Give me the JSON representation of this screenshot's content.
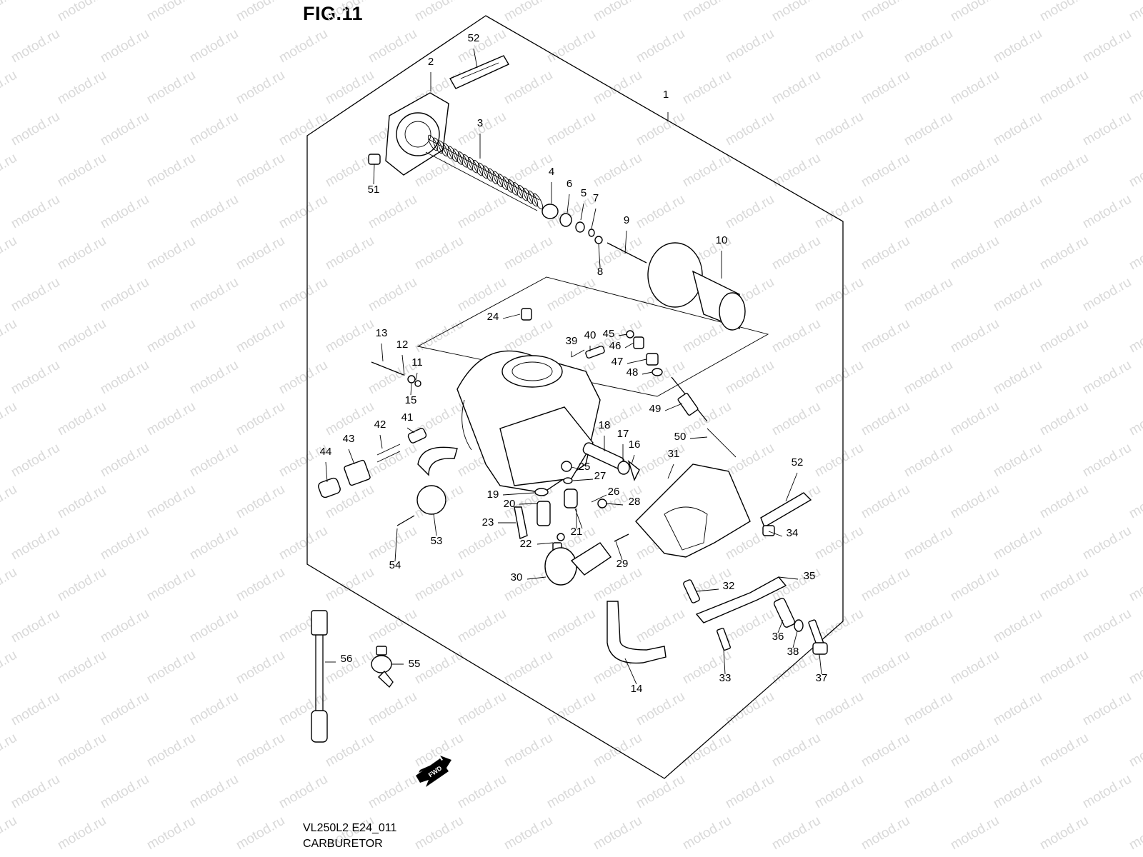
{
  "figure": {
    "title": "FIG.11",
    "diagram_code": "VL250L2 E24_011",
    "name": "CARBURETOR",
    "watermark": "motod.ru",
    "direction_label": "FWD"
  },
  "callouts": [
    "1",
    "2",
    "3",
    "4",
    "5",
    "6",
    "7",
    "8",
    "9",
    "10",
    "11",
    "12",
    "13",
    "14",
    "15",
    "16",
    "17",
    "18",
    "19",
    "20",
    "21",
    "22",
    "23",
    "24",
    "25",
    "26",
    "27",
    "28",
    "29",
    "30",
    "31",
    "32",
    "33",
    "34",
    "35",
    "36",
    "37",
    "38",
    "39",
    "40",
    "41",
    "42",
    "43",
    "44",
    "45",
    "46",
    "47",
    "48",
    "49",
    "50",
    "51",
    "52",
    "52",
    "53",
    "54",
    "55",
    "56"
  ],
  "icons": {
    "direction": "fwd-arrow-icon"
  },
  "colors": {
    "line": "#000000",
    "watermark": "#d9d9d9",
    "background": "#ffffff"
  }
}
